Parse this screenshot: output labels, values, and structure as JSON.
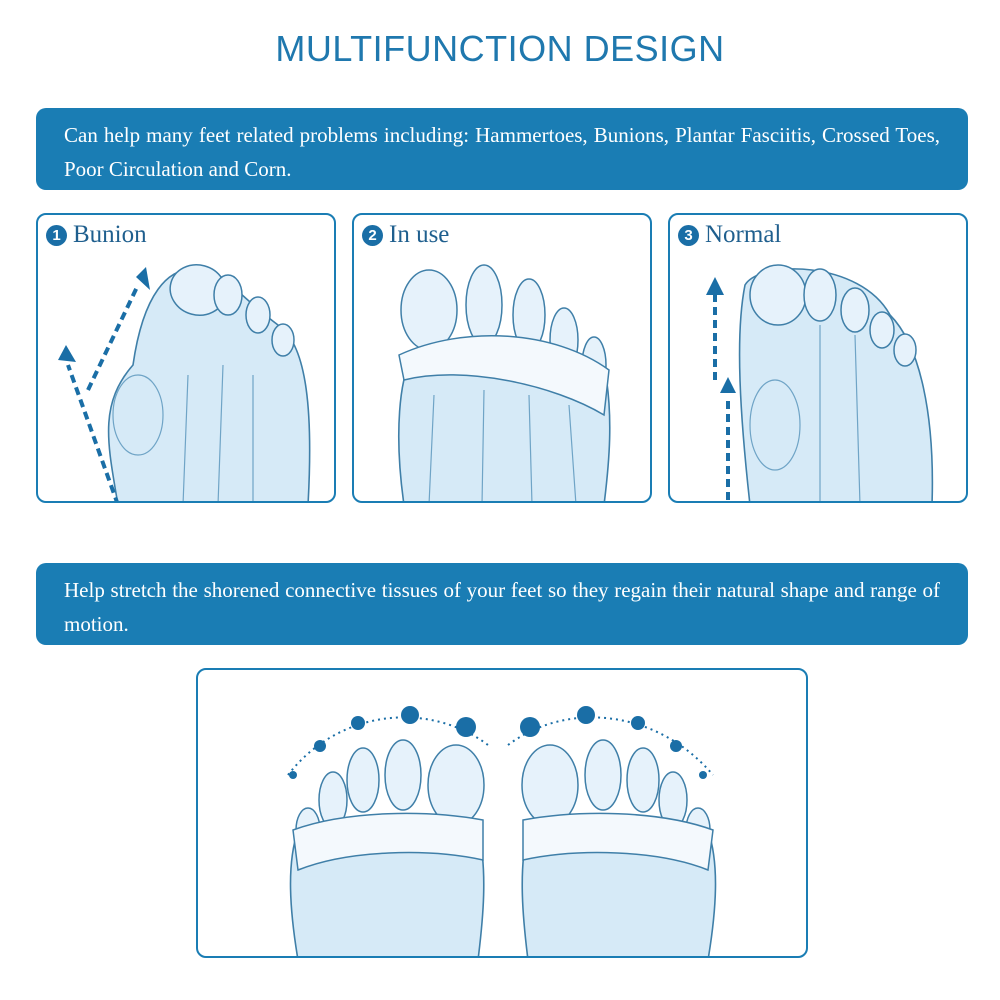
{
  "title": "MULTIFUNCTION DESIGN",
  "banner1": "Can help many feet related problems including: Hammertoes, Bunions, Plantar Fasciitis, Crossed Toes, Poor Circulation and Corn.",
  "panels": [
    {
      "number": "1",
      "label": "Bunion"
    },
    {
      "number": "2",
      "label": "In use"
    },
    {
      "number": "3",
      "label": "Normal"
    }
  ],
  "banner2": "Help stretch the shorened connective tissues of your feet so they regain their natural shape and range of motion.",
  "colors": {
    "accent": "#1a7db4",
    "foot_fill": "#d6eaf7",
    "outline": "#3f7fa8"
  }
}
